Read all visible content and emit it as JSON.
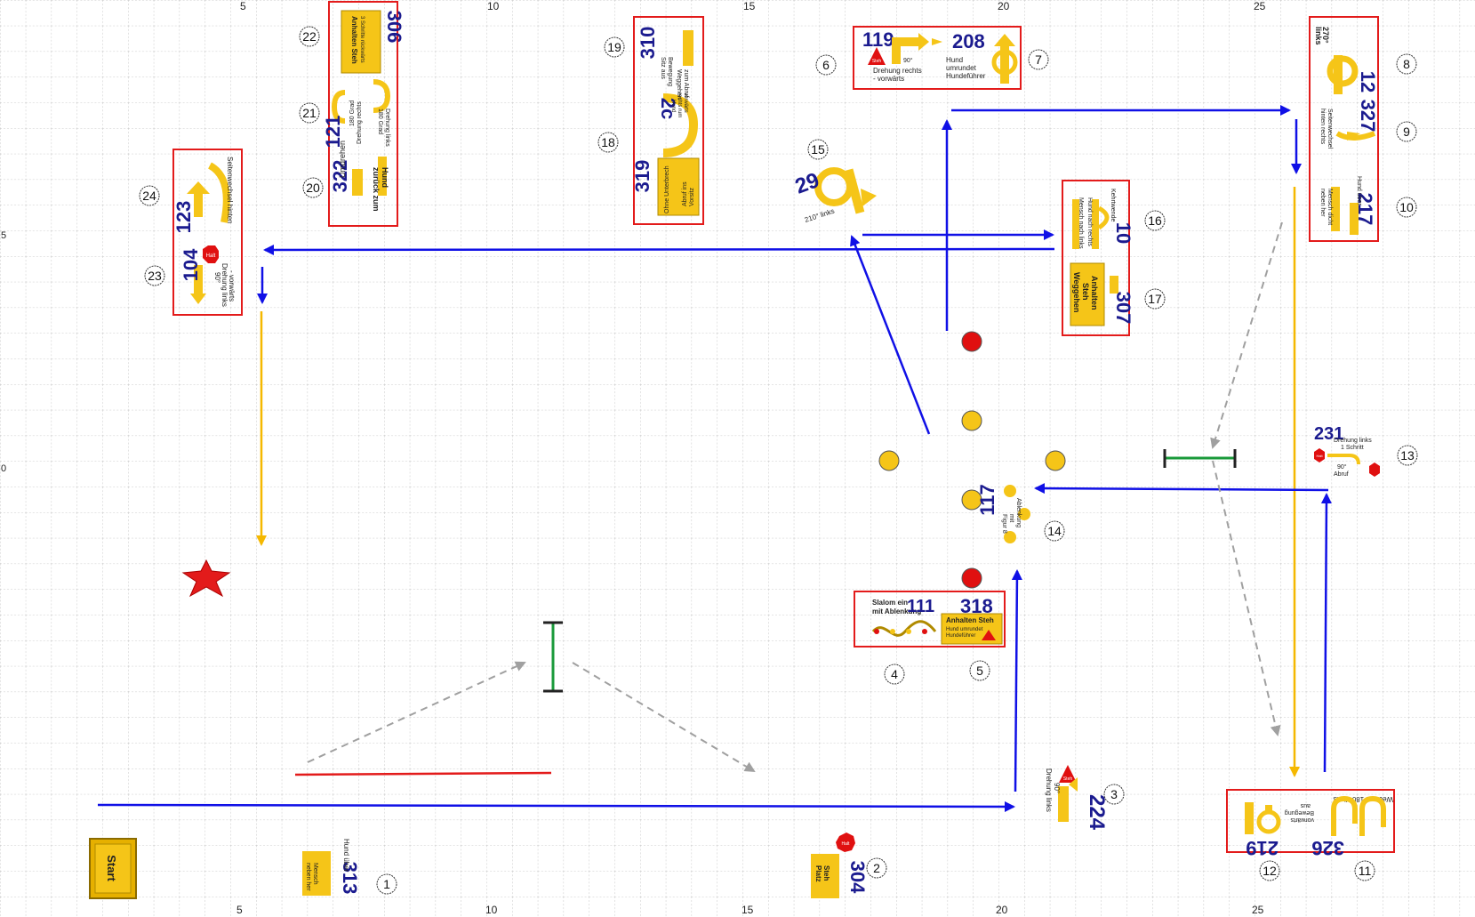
{
  "axis": {
    "top_ticks": [
      "5",
      "10",
      "15",
      "20",
      "25"
    ],
    "bottom_ticks": [
      "5",
      "10",
      "15",
      "20",
      "25"
    ],
    "left_ticks": [
      "5",
      "0"
    ]
  },
  "start_label": "Start",
  "markers": [
    {
      "n": "1"
    },
    {
      "n": "2"
    },
    {
      "n": "3"
    },
    {
      "n": "4"
    },
    {
      "n": "5"
    },
    {
      "n": "6"
    },
    {
      "n": "7"
    },
    {
      "n": "8"
    },
    {
      "n": "9"
    },
    {
      "n": "10"
    },
    {
      "n": "11"
    },
    {
      "n": "12"
    },
    {
      "n": "13"
    },
    {
      "n": "14"
    },
    {
      "n": "15"
    },
    {
      "n": "16"
    },
    {
      "n": "17"
    },
    {
      "n": "18"
    },
    {
      "n": "19"
    },
    {
      "n": "20"
    },
    {
      "n": "21"
    },
    {
      "n": "22"
    },
    {
      "n": "23"
    },
    {
      "n": "24"
    }
  ],
  "signs": {
    "s313": {
      "code": "313",
      "text1": "Hund über",
      "text2": "Mensch",
      "text3": "neben her"
    },
    "s304": {
      "code": "304",
      "text1": "Steh",
      "text2": "Platz",
      "halt": "Halt"
    },
    "s224": {
      "code": "224",
      "text1": "90°",
      "text2": "Drehung links",
      "stop": "Steh"
    },
    "s111": {
      "code": "111",
      "text1": "Slalom ein",
      "text2": "mit Ablenkung"
    },
    "s318": {
      "code": "318",
      "text1": "Anhalten Steh",
      "text2": "Hund umrundet",
      "text3": "Hundeführer"
    },
    "s119": {
      "code": "119",
      "text1": "90°",
      "text2": "Drehung rechts",
      "text3": "- vorwärts",
      "stop": "Steh"
    },
    "s208": {
      "code": "208",
      "text1": "Hund",
      "text2": "umrundet",
      "text3": "Hundeführer"
    },
    "s12": {
      "code": "12",
      "text1": "270°",
      "text2": "links"
    },
    "s327": {
      "code": "327",
      "text1": "Seitenwechsel",
      "text2": "hinten rechts"
    },
    "s217": {
      "code": "217",
      "text1": "Hund über",
      "text2": "Mensch dicht",
      "text3": "neben her"
    },
    "s231": {
      "code": "231",
      "text1": "Drehung links",
      "text2": "1 Schritt",
      "text3": "90°",
      "text4": "Abruf",
      "halt": "Halt"
    },
    "s117": {
      "code": "117",
      "text1": "Figur 8",
      "text2": "mit",
      "text3": "Ablenkung"
    },
    "s326": {
      "code": "326",
      "text1": "Wechsel 180° links"
    },
    "s219": {
      "code": "219",
      "text1": "aus",
      "text2": "Bewegung",
      "text3": "vorwärts"
    },
    "s29": {
      "code": "29",
      "text1": "210° links"
    },
    "s10": {
      "code": "10",
      "text1": "Kehrtwende",
      "text2": "Mensch nach links",
      "text3": "Hund nach rechts"
    },
    "s307": {
      "code": "307",
      "text1": "Anhalten",
      "text2": "Steh",
      "text3": "Weggehen"
    },
    "s319": {
      "code": "319",
      "text1": "Ohne Unterbrech",
      "text2": "Abruf ins",
      "text3": "Vorsitz"
    },
    "s2c": {
      "code": "2c",
      "text1": "Hund",
      "text2": "rechts rum",
      "text3": "vorwärts"
    },
    "s310": {
      "code": "310",
      "text1": "Sitz aus",
      "text2": "Bewegung",
      "text3": "Weggehen",
      "text4": "zum Abruf"
    },
    "s306": {
      "code": "306",
      "text1": "Anhalten Steh",
      "text2": "3 Schritte rückwärts"
    },
    "s121": {
      "code": "121",
      "text1": "180 Grad",
      "text2": "Drehung rechts",
      "text3": "180 Grad",
      "text4": "Drehung links"
    },
    "s322": {
      "code": "322",
      "text1": "Umdrehen",
      "text2": "zurück zum",
      "text3": "Hund"
    },
    "s123": {
      "code": "123",
      "text1": "Seitenwechsel hinten"
    },
    "s104": {
      "code": "104",
      "text1": "90°",
      "text2": "Drehung links",
      "text3": "- vorwärts",
      "halt": "Halt"
    }
  },
  "colors": {
    "grid": "#bdbdbd",
    "route": "#1010e6",
    "yellow_route": "#f5b800",
    "sign_fill": "#f5c518",
    "sign_border": "#c99a00",
    "sign_code": "#1b1b8f",
    "frame": "#e31b1b",
    "cone_red": "#e01010",
    "jump_green": "#1a9a3a",
    "dashed": "#a0a0a0"
  }
}
